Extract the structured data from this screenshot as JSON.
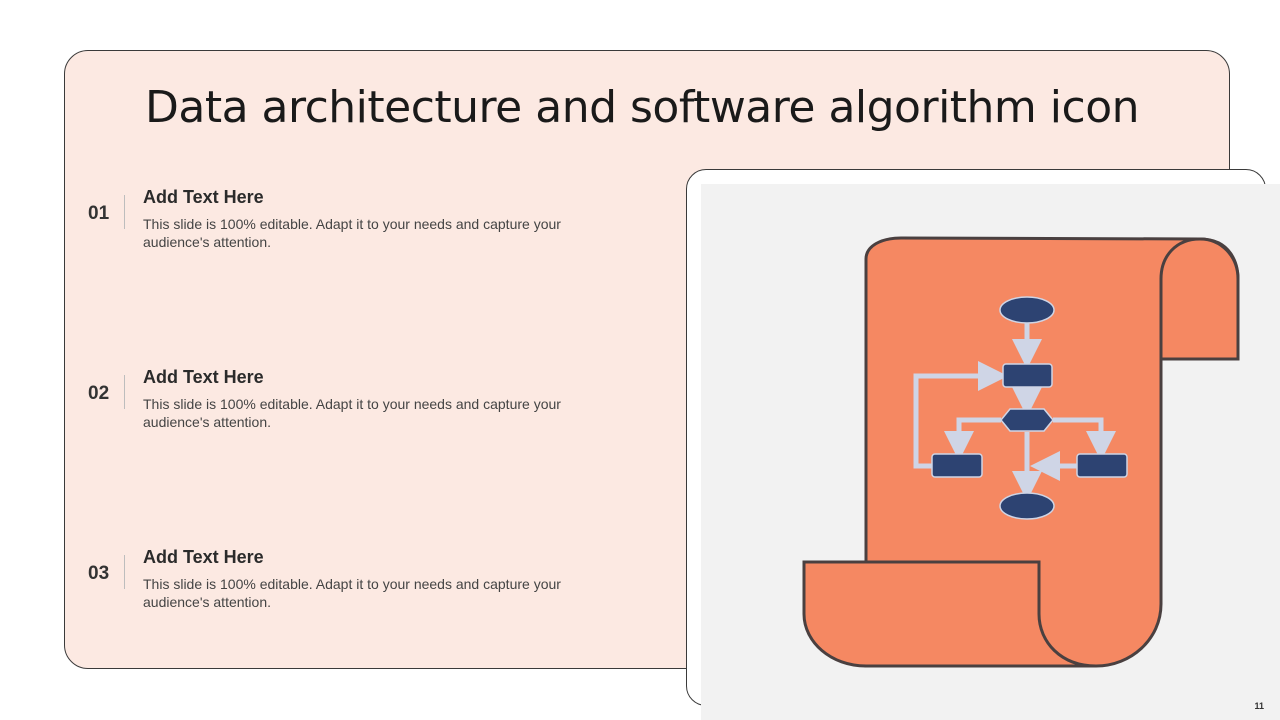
{
  "slide": {
    "title": "Data architecture and software algorithm icon",
    "page_number": "11"
  },
  "items": [
    {
      "number": "01",
      "heading": "Add Text Here",
      "description": "This slide is 100% editable. Adapt it to your needs and capture your audience's attention."
    },
    {
      "number": "02",
      "heading": "Add Text Here",
      "description": "This slide is 100% editable. Adapt it to your needs and capture your audience's attention."
    },
    {
      "number": "03",
      "heading": "Add Text Here",
      "description": "This slide is 100% editable. Adapt it to your needs and capture your audience's attention."
    }
  ],
  "colors": {
    "panel": "#fce9e2",
    "scroll": "#f58862",
    "shape_fill": "#2d4372",
    "arrow": "#cfd5e6",
    "outline": "#4a4040"
  },
  "icon": "scroll-flowchart-icon"
}
